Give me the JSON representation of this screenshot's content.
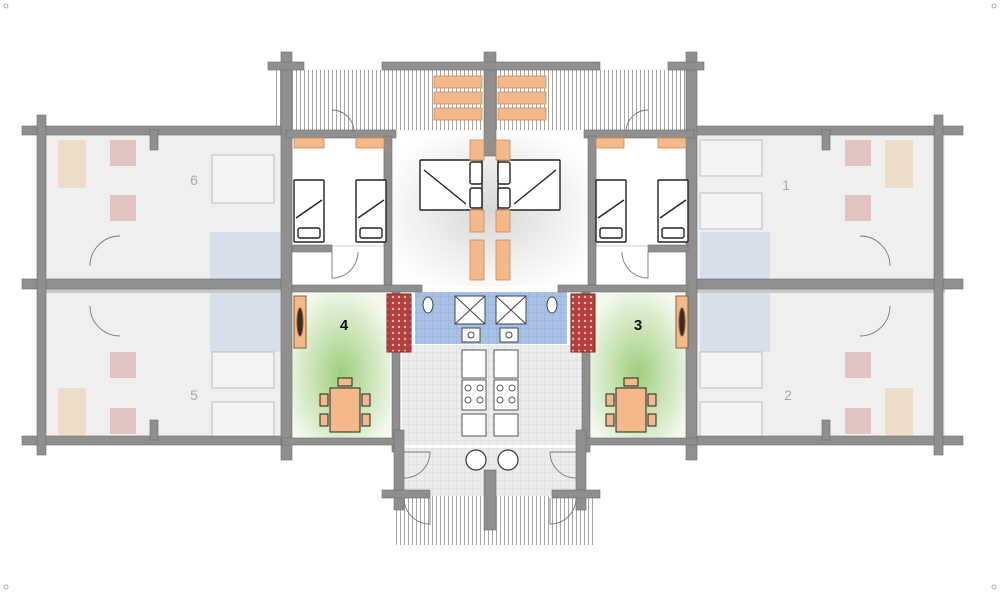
{
  "apartments": [
    {
      "id": "apt-1",
      "label": "1"
    },
    {
      "id": "apt-2",
      "label": "2"
    },
    {
      "id": "apt-3",
      "label": "3"
    },
    {
      "id": "apt-4",
      "label": "4"
    },
    {
      "id": "apt-5",
      "label": "5"
    },
    {
      "id": "apt-6",
      "label": "6"
    }
  ],
  "colors": {
    "wall": "#8f8f8f",
    "wall_stroke": "#6e6e6e",
    "dim_room": "#e9e9e9",
    "bathroom": "#9fb9e0",
    "bathroom_dim": "#d3dbe8",
    "furniture": "#f3b98a",
    "stove": "#b3403c",
    "green": "#a8d48a",
    "floor_tile": "#ececec",
    "deck": "#bdbdbd"
  },
  "icons": [
    "bed-icon",
    "table-icon",
    "chair-icon",
    "stove-icon",
    "sink-icon",
    "toilet-icon",
    "shower-icon",
    "door-icon"
  ]
}
